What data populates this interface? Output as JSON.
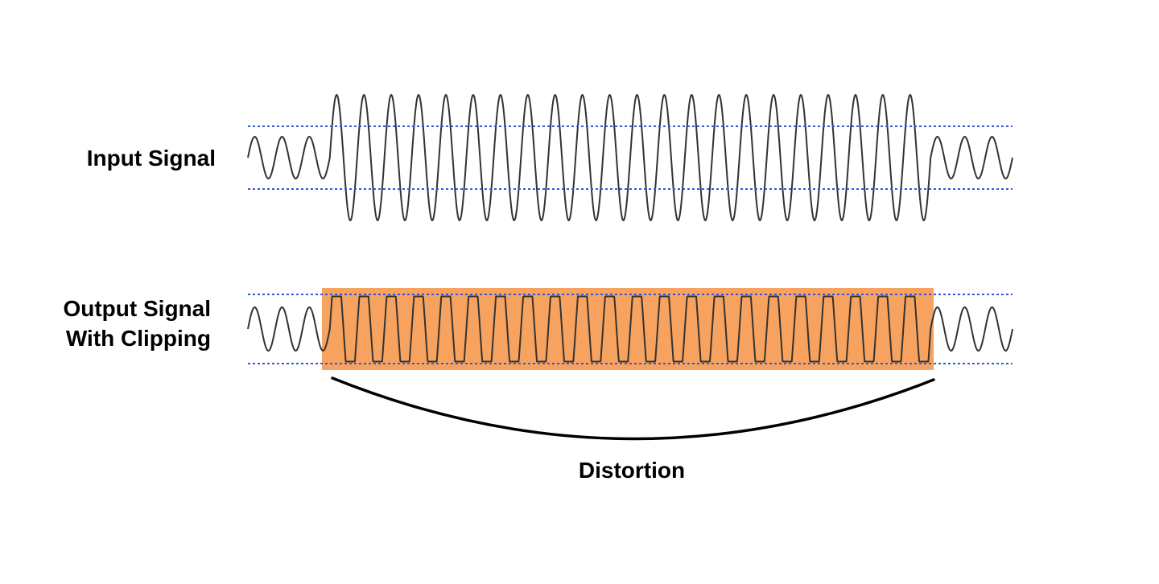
{
  "labels": {
    "input": "Input Signal",
    "output_line1": "Output Signal",
    "output_line2": "With Clipping",
    "distortion": "Distortion"
  },
  "colors": {
    "waveform": "#333333",
    "threshold": "#3355dd",
    "clip_region": "#f7a35f",
    "brace": "#000000",
    "text": "#000000"
  },
  "signal": {
    "cycles_before": 3,
    "cycles_amplified": 22,
    "cycles_after": 3,
    "normal_amplitude": 1,
    "amplified_amplitude": 3,
    "clip_threshold": 1.5
  }
}
